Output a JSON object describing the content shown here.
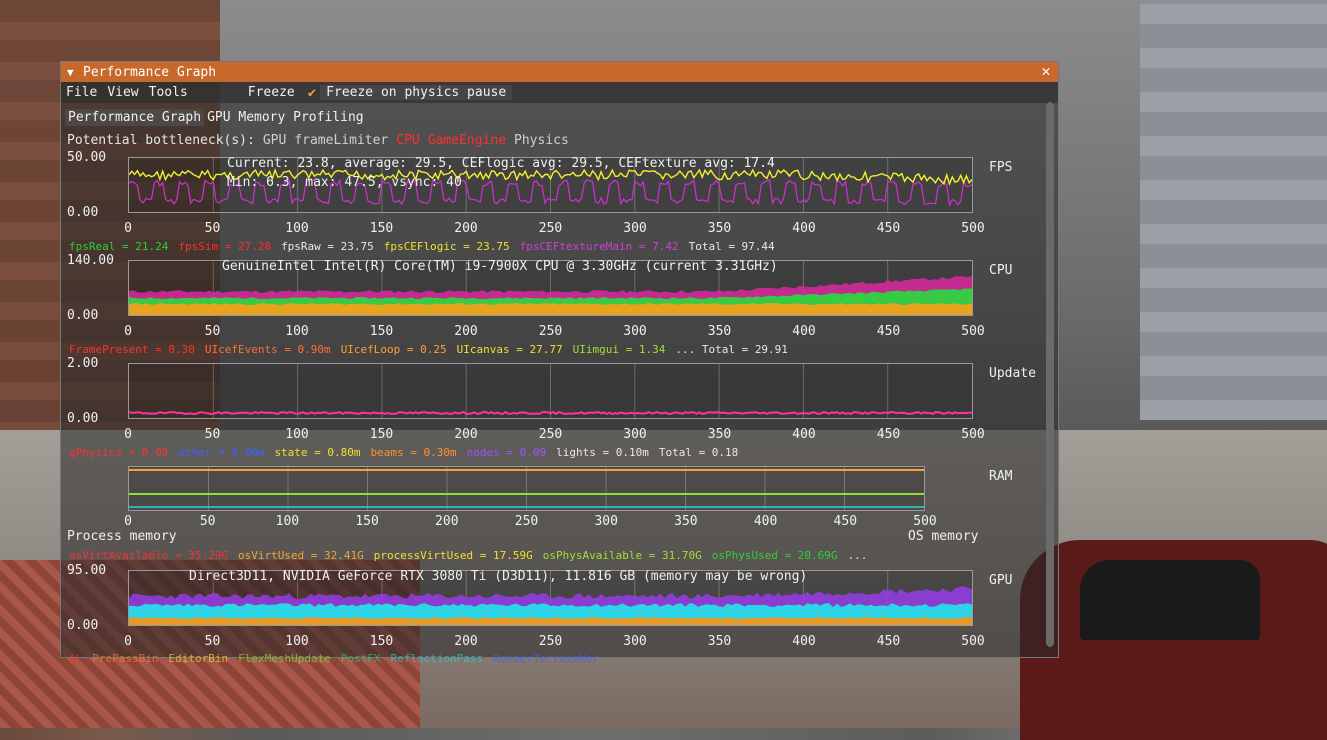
{
  "window": {
    "title": "Performance Graph"
  },
  "menu": {
    "file": "File",
    "view": "View",
    "tools": "Tools",
    "freeze": "Freeze",
    "freeze_physics": "Freeze on physics pause"
  },
  "tabs": [
    "Performance Graph",
    "GPU Memory Profiling"
  ],
  "bottleneck": {
    "label": "Potential bottleneck(s):",
    "items": [
      {
        "name": "GPU",
        "active": false
      },
      {
        "name": "frameLimiter",
        "active": false
      },
      {
        "name": "CPU",
        "active": true
      },
      {
        "name": "GameEngine",
        "active": true
      },
      {
        "name": "Physics",
        "active": false
      }
    ]
  },
  "x_ticks": [
    "0",
    "50",
    "100",
    "150",
    "200",
    "250",
    "300",
    "350",
    "400",
    "450",
    "500"
  ],
  "fps": {
    "label": "FPS",
    "ymax": "50.00",
    "ymin": "0.00",
    "line1": "Current: 23.8, average: 29.5, CEFlogic avg: 29.5, CEFtexture avg: 17.4",
    "line2": "Min: 6.3, max: 47.5, vsync: 40",
    "legend": [
      {
        "text": "fpsReal =   21.24",
        "color": "#30d030"
      },
      {
        "text": "fpsSim =   27.28",
        "color": "#ff3030"
      },
      {
        "text": "fpsRaw =   23.75",
        "color": "#e8e8e8"
      },
      {
        "text": "fpsCEFlogic =   23.75",
        "color": "#f0e030"
      },
      {
        "text": "fpsCEFtextureMain =    7.42",
        "color": "#d040d0"
      },
      {
        "text": "Total = 97.44",
        "color": "#e8e8e8"
      }
    ]
  },
  "cpu": {
    "label": "CPU",
    "ymax": "140.00",
    "ymin": "0.00",
    "title": "GenuineIntel Intel(R) Core(TM) i9-7900X CPU @ 3.30GHz (current 3.31GHz)",
    "legend": [
      {
        "text": "FramePresent =    0.30",
        "color": "#ff3030"
      },
      {
        "text": "UIcefEvents =    0.90m",
        "color": "#ff7030"
      },
      {
        "text": "UIcefLoop =    0.25",
        "color": "#ffa030"
      },
      {
        "text": "UIcanvas =   27.77",
        "color": "#f0e030"
      },
      {
        "text": "UIimgui =    1.34",
        "color": "#a0e030"
      },
      {
        "text": "... Total = 29.91",
        "color": "#e8e8e8"
      }
    ]
  },
  "update": {
    "label": "Update",
    "ymax": "2.00",
    "ymin": "0.00",
    "legend": [
      {
        "text": "gPhysics =    0.09",
        "color": "#ff3030"
      },
      {
        "text": "other =    0.00m",
        "color": "#4060ff"
      },
      {
        "text": "state =    0.80m",
        "color": "#f0e030"
      },
      {
        "text": "beams =    0.30m",
        "color": "#ff9030"
      },
      {
        "text": "nodes =    0.09",
        "color": "#a050ff"
      },
      {
        "text": "lights =    0.10m",
        "color": "#e8e8e8"
      },
      {
        "text": "Total = 0.18",
        "color": "#e8e8e8"
      }
    ]
  },
  "ram": {
    "label": "RAM",
    "process": "Process memory",
    "os": "OS memory",
    "legend": [
      {
        "text": "osVirtAvailable =   35.29G",
        "color": "#ff3030"
      },
      {
        "text": "osVirtUsed =   32.41G",
        "color": "#ffa030"
      },
      {
        "text": "processVirtUsed =   17.59G",
        "color": "#f0e030"
      },
      {
        "text": "osPhysAvailable =   31.70G",
        "color": "#a0e030"
      },
      {
        "text": "osPhysUsed =   20.69G",
        "color": "#30d030"
      },
      {
        "text": "...",
        "color": "#e8e8e8"
      }
    ]
  },
  "gpu": {
    "label": "GPU",
    "ymax": "95.00",
    "ymin": "0.00",
    "title": "Direct3D11, NVIDIA GeForce RTX 3080 Ti (D3D11), 11.816 GB (memory may be wrong)",
    "legend": [
      {
        "text": "AL",
        "color": "#ff3030"
      },
      {
        "text": "PrePassBin",
        "color": "#ff8030"
      },
      {
        "text": "EditorBin",
        "color": "#f0e030"
      },
      {
        "text": "FlexMeshUpdate",
        "color": "#80e030"
      },
      {
        "text": "PostFX",
        "color": "#30d060"
      },
      {
        "text": "ReflectionPass",
        "color": "#30d0d0"
      },
      {
        "text": "RenderTerrainWor",
        "color": "#4060ff"
      }
    ]
  },
  "colors": {
    "accent": "#c8682a",
    "fps_yellow": "#f0f030",
    "fps_magenta": "#d030d0"
  }
}
